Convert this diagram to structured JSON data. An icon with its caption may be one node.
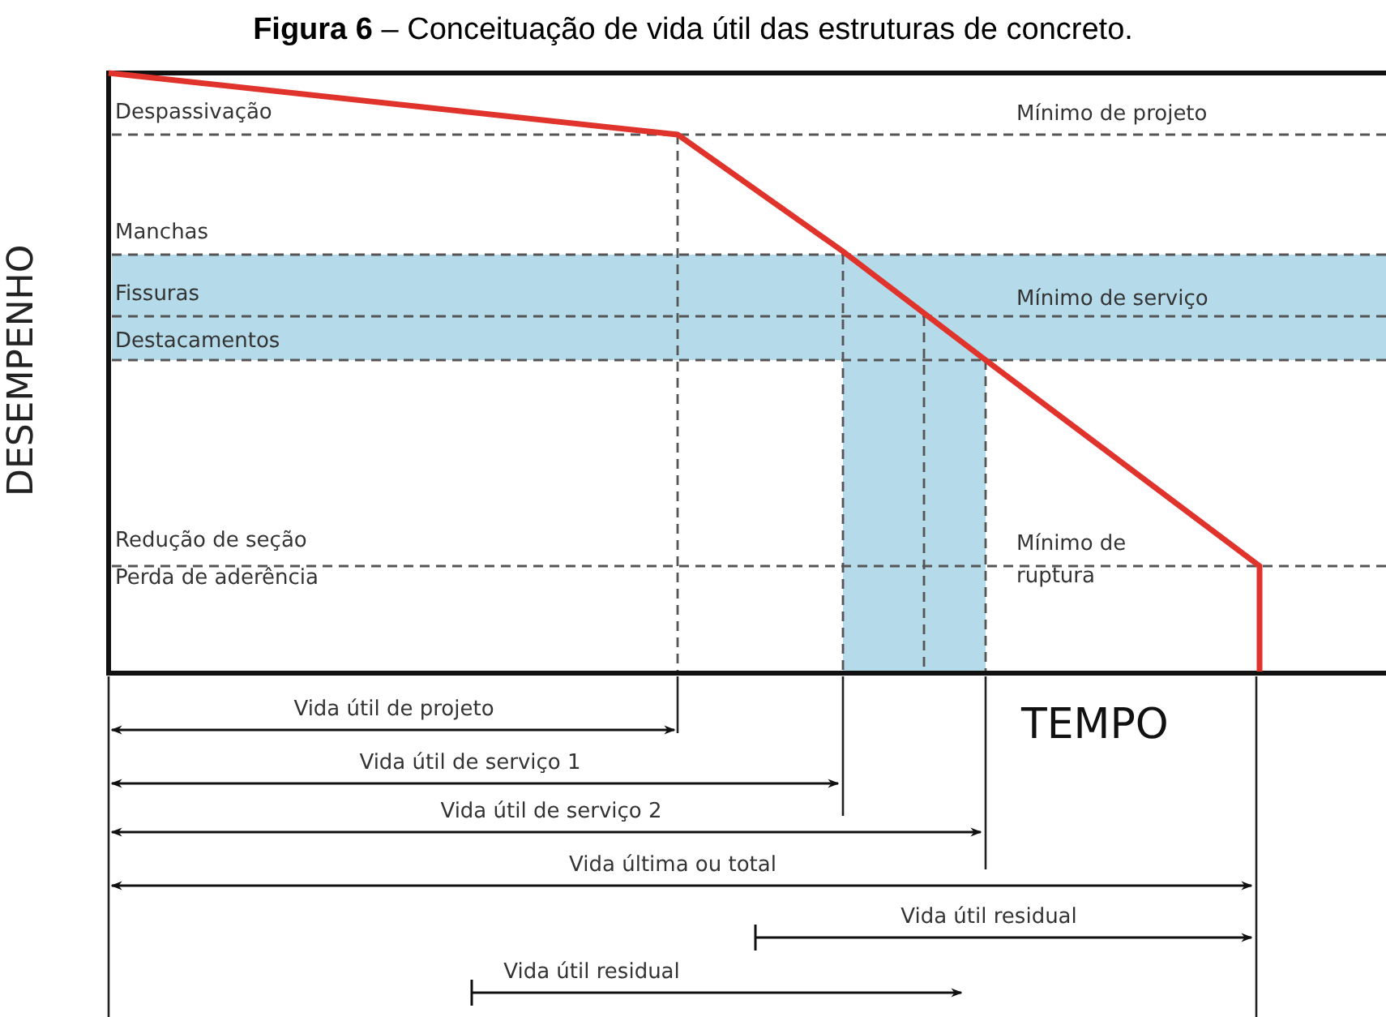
{
  "diagram": {
    "title": "**Figura 6** – Conceituação de vida útil das estruturas de concreto.",
    "labels": [
      "DESEMPENHO",
      "Despassivação",
      "Mínimo de projeto",
      "Manchas",
      "Fissuras",
      "Mínimo de serviço",
      "Destacamentos",
      "Redução de seção",
      "Mínimo de ruptura",
      "Perda de aderência",
      "TEMPO",
      "Vida útil de projeto",
      "Vida útil de serviço 1",
      "Vida útil de serviço 2",
      "Vida última ou total",
      "Vida útil residual",
      "Vida útil residual"
    ]
  }
}
